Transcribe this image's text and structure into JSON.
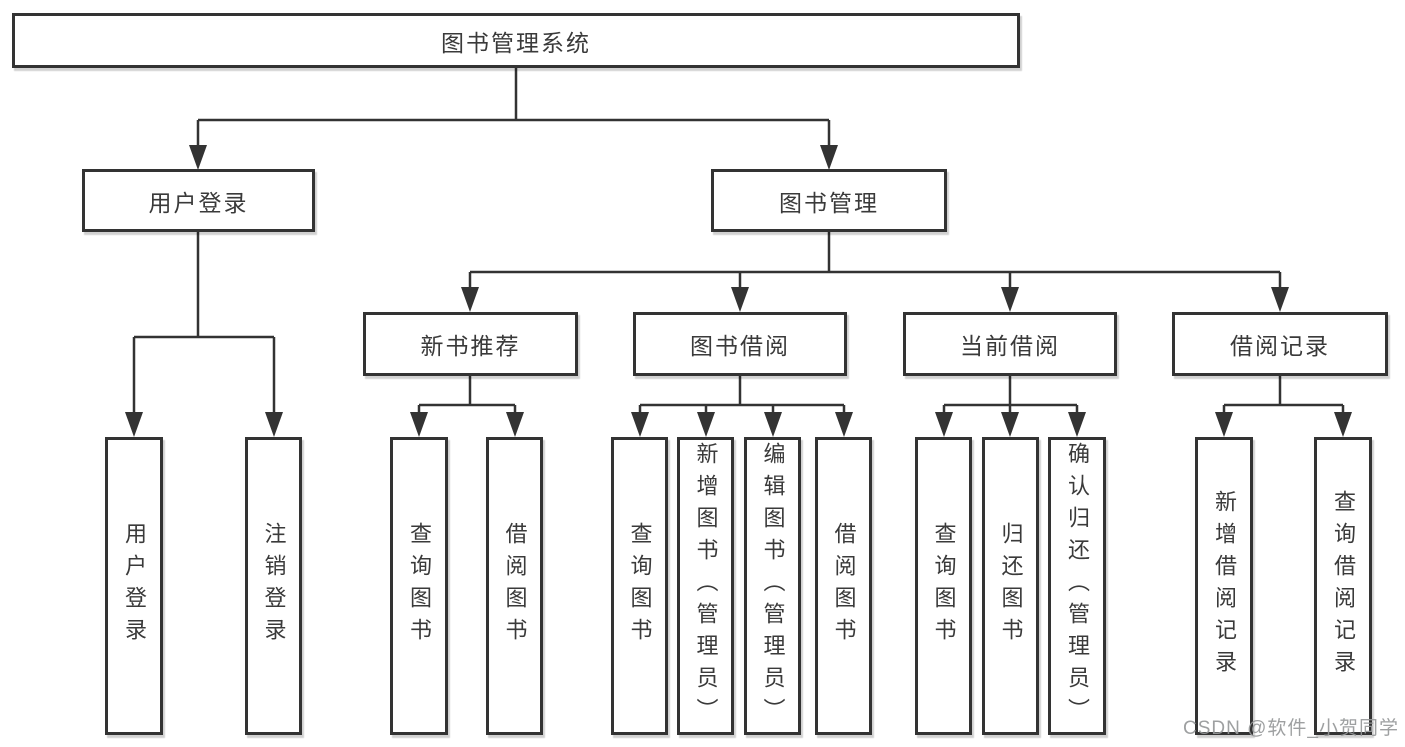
{
  "diagram": {
    "title_node": {
      "label": "图书管理系统"
    },
    "level1": [
      {
        "label": "用户登录"
      },
      {
        "label": "图书管理"
      }
    ],
    "level2": [
      {
        "label": "新书推荐",
        "parent": "图书管理"
      },
      {
        "label": "图书借阅",
        "parent": "图书管理"
      },
      {
        "label": "当前借阅",
        "parent": "图书管理"
      },
      {
        "label": "借阅记录",
        "parent": "图书管理"
      }
    ],
    "leaves": [
      {
        "label": "用户登录",
        "parent": "用户登录"
      },
      {
        "label": "注销登录",
        "parent": "用户登录"
      },
      {
        "label": "查询图书",
        "parent": "新书推荐"
      },
      {
        "label": "借阅图书",
        "parent": "新书推荐"
      },
      {
        "label": "查询图书",
        "parent": "图书借阅"
      },
      {
        "label": "新增图书（管理员）",
        "parent": "图书借阅"
      },
      {
        "label": "编辑图书（管理员）",
        "parent": "图书借阅"
      },
      {
        "label": "借阅图书",
        "parent": "图书借阅"
      },
      {
        "label": "查询图书",
        "parent": "当前借阅"
      },
      {
        "label": "归还图书",
        "parent": "当前借阅"
      },
      {
        "label": "确认归还（管理员）",
        "parent": "当前借阅"
      },
      {
        "label": "新增借阅记录",
        "parent": "借阅记录"
      },
      {
        "label": "查询借阅记录",
        "parent": "借阅记录"
      }
    ]
  },
  "watermark": {
    "text": "CSDN @软件_小贺同学"
  },
  "colors": {
    "line": "#333333",
    "border": "#333333",
    "text": "#3a3a3a",
    "watermark": "#969899",
    "background": "#ffffff"
  }
}
